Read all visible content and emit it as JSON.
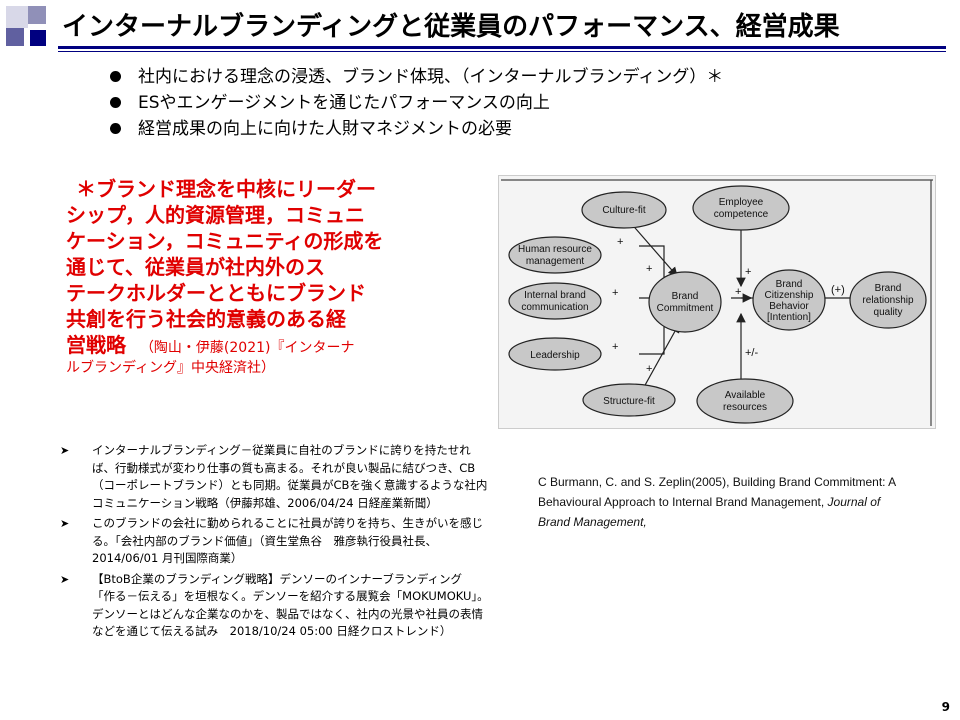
{
  "title": "インターナルブランディングと従業員のパフォーマンス、経営成果",
  "bullets": [
    "社内における理念の浸透、ブランド体現、（インターナルブランディング）＊",
    "ESやエンゲージメントを通じたパフォーマンスの向上",
    "経営成果の向上に向けた人財マネジメントの必要"
  ],
  "callout": {
    "lines": [
      "＊ブランド理念を中核にリーダー",
      "シップ，人的資源管理，コミュニ",
      "ケーション，コミュニティの形成を",
      "通じて、従業員が社内外のス",
      "テークホルダーとともにブランド",
      "共創を行う社会的意義のある経"
    ],
    "last_line": "営戦略",
    "citation_a": "（陶山・伊藤(2021)『インターナ",
    "citation_b": "ルブランディング』中央経済社）"
  },
  "figure": {
    "nodes": {
      "culture_fit": "Culture-fit",
      "employee_competence_1": "Employee",
      "employee_competence_2": "competence",
      "hrm_1": "Human resource",
      "hrm_2": "management",
      "internal_comm_1": "Internal brand",
      "internal_comm_2": "communication",
      "leadership": "Leadership",
      "brand_commitment_1": "Brand",
      "brand_commitment_2": "Commitment",
      "bcb_1": "Brand",
      "bcb_2": "Citizenship",
      "bcb_3": "Behavior",
      "bcb_4": "[Intention]",
      "brq_1": "Brand",
      "brq_2": "relationship",
      "brq_3": "quality",
      "structure_fit": "Structure-fit",
      "available_resources_1": "Available",
      "available_resources_2": "resources"
    },
    "signs": {
      "plus": "+",
      "plus_paren": "(+)",
      "plus_minus": "+/-"
    }
  },
  "figure_citation": {
    "authors": "C Burmann, C. and S. Zeplin(2005), Building Brand Commitment: A",
    "title_rest": "Behavioural Approach to Internal Brand Management,",
    "journal": "Journal of",
    "journal2": "Brand Management,"
  },
  "notes": [
    "インターナルブランディング－従業員に自社のブランドに誇りを持たせれば、行動様式が変わり仕事の質も高まる。それが良い製品に結びつき、CB（コーポレートブランド）とも同期。従業員がCBを強く意識するような社内コミュニケーション戦略（伊藤邦雄、2006/04/24 日経産業新聞）",
    "このブランドの会社に勤められることに社員が誇りを持ち、生きがいを感じる。「会社内部のブランド価値」（資生堂魚谷　雅彦執行役員社長、2014/06/01 月刊国際商業）",
    "【BtoB企業のブランディング戦略】デンソーのインナーブランディング　「作る－伝える」を垣根なく。デンソーを紹介する展覧会「MOKUMOKU」。デンソーとはどんな企業なのかを、製品ではなく、社内の光景や社員の表情などを通じて伝える試み　2018/10/24 05:00 日経クロストレンド）"
  ],
  "page_number": "9",
  "colors": {
    "accent": "#000080",
    "callout": "#e00000",
    "node_fill": "#c8c8c8"
  }
}
